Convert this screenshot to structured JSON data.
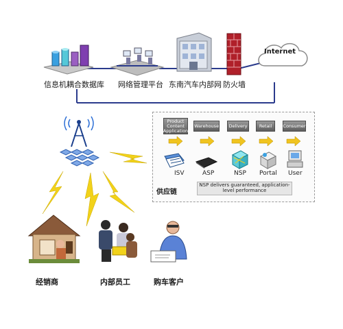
{
  "network": {
    "database": "信息机耦合数据库",
    "platform": "网络管理平台",
    "intranet": "东南汽车内部网",
    "firewall": "防火墙",
    "internet": "Internet"
  },
  "supply_chain": {
    "label": "供应链",
    "stages": [
      "Product Content Application",
      "Warehouse",
      "Delivery",
      "Retail",
      "Consumer"
    ],
    "entities": [
      "ISV",
      "ASP",
      "NSP",
      "Portal",
      "User"
    ],
    "note": "NSP delivers guaranteed, application-level performance"
  },
  "clients": {
    "dealer": "经销商",
    "staff": "内部员工",
    "customer": "购车客户"
  },
  "colors": {
    "link": "#2a3a8c",
    "firewall": "#b0202a",
    "wireless": "#2d6fd6",
    "bolt": "#f2d21a",
    "stage_arrow": "#f0c420"
  }
}
